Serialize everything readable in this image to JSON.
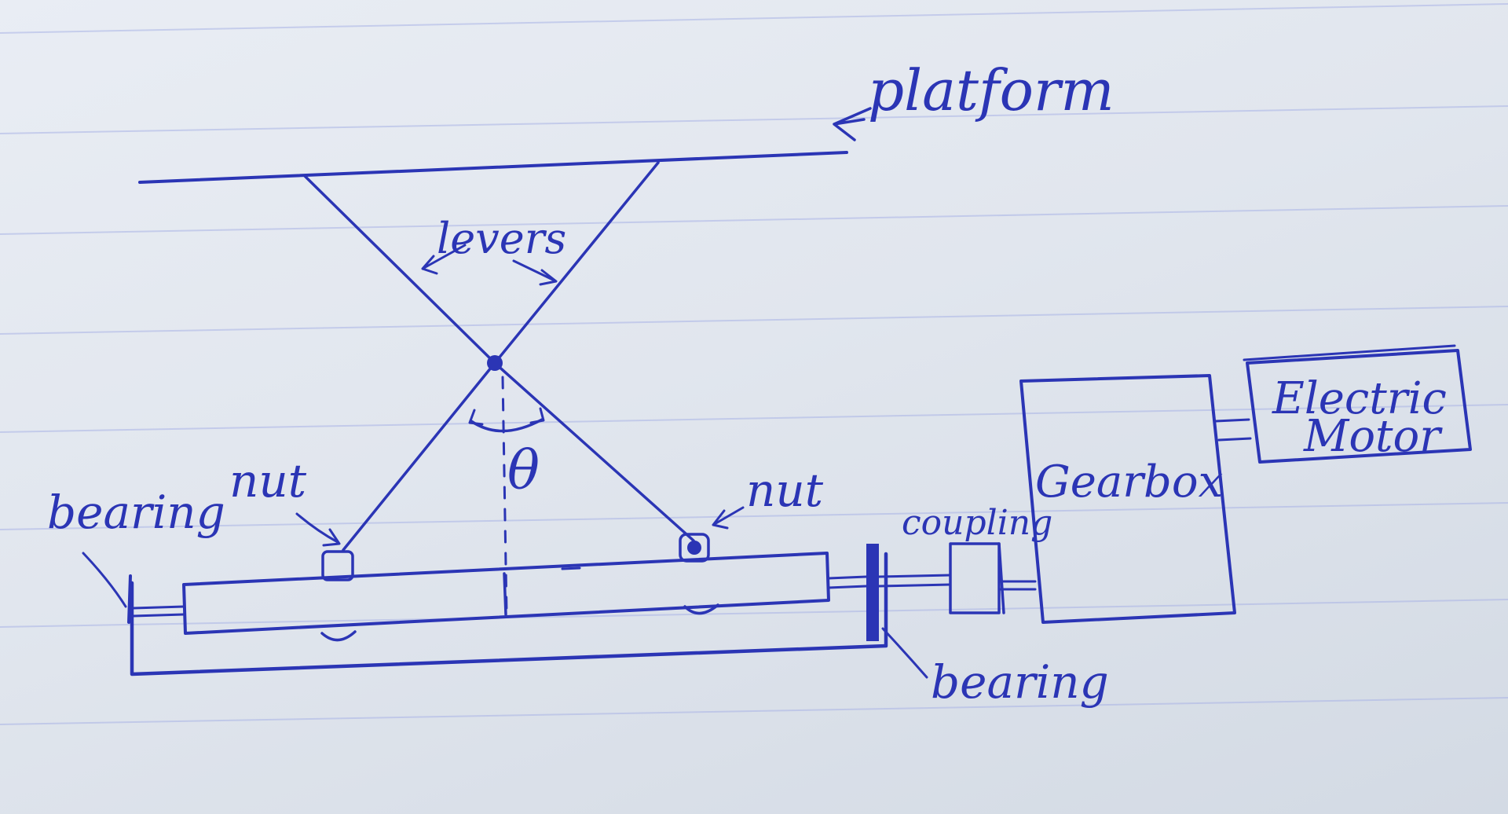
{
  "diagram": {
    "labels": {
      "platform": "platform",
      "levers": "levers",
      "theta": "θ",
      "nut_left": "nut",
      "nut_right": "nut",
      "bearing_left": "bearing",
      "bearing_right": "bearing",
      "coupling": "coupling",
      "gearbox": "Gearbox",
      "motor_line1": "Electric",
      "motor_line2": "Motor"
    },
    "ink_color": "#2b35b5",
    "paper_color": "#e5e9f0",
    "rule_color": "#aab4e6"
  }
}
